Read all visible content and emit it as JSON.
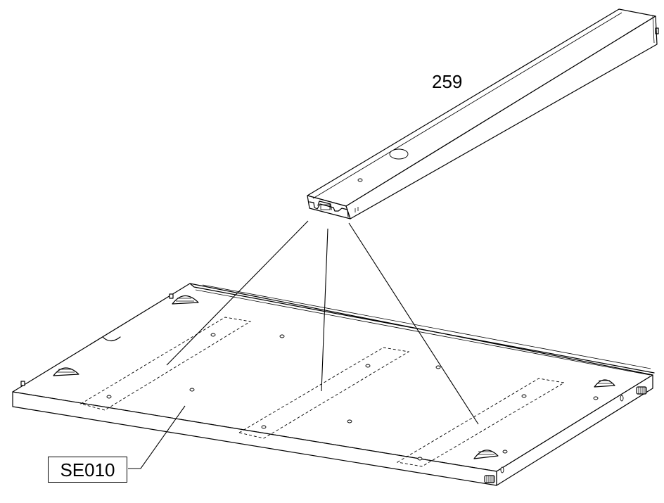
{
  "diagram": {
    "parts": [
      {
        "id": "beam",
        "label": "259"
      },
      {
        "id": "base-panel",
        "label": "SE010"
      }
    ]
  }
}
